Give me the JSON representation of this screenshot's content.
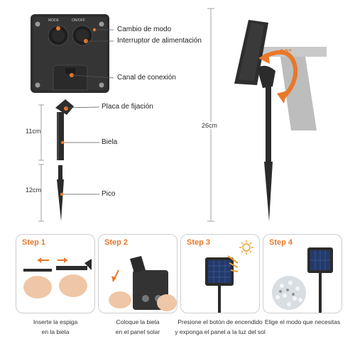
{
  "diagram": {
    "box_buttons": {
      "mode": "MODE",
      "onoff": "ON/OFF"
    },
    "callouts": {
      "mode_switch": "Cambio de modo",
      "power_switch": "Interruptor de alimentación",
      "connection_channel": "Canal de conexión",
      "fixing_plate": "Placa de fijación",
      "rod": "Biela",
      "spike": "Pico"
    },
    "dimensions": {
      "rod_length": "11cm",
      "spike_length": "12cm",
      "total_height": "26cm",
      "rotation_angle": "90°"
    }
  },
  "steps": [
    {
      "title": "Step 1",
      "caption_line1": "Inserte la espiga",
      "caption_line2": "en la biela"
    },
    {
      "title": "Step 2",
      "caption_line1": "Coloque la biela",
      "caption_line2": "en el panel solar"
    },
    {
      "title": "Step 3",
      "caption_line1": "Presione el botón de encendido",
      "caption_line2": "y exponga el panel a la luz del sol"
    },
    {
      "title": "Step 4",
      "caption_line1": "Elige el modo que necesitas",
      "caption_line2": ""
    }
  ],
  "colors": {
    "accent": "#e8782a",
    "device": "#2b2b2b",
    "ghost": "#b9b9b9"
  }
}
